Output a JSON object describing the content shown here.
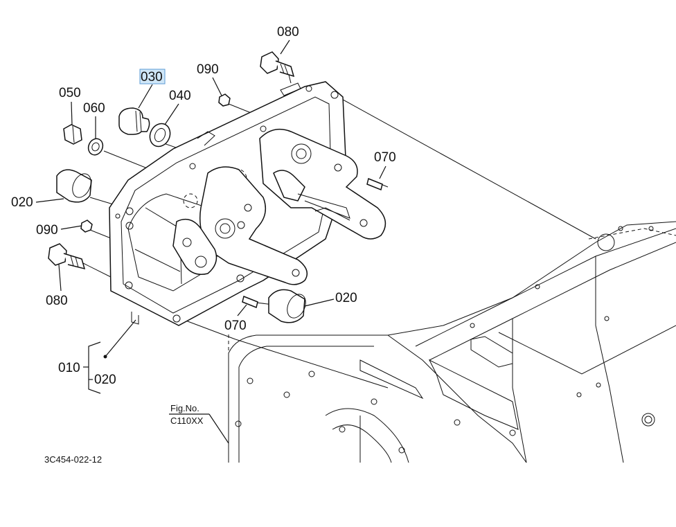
{
  "callouts": {
    "c080_top": "080",
    "c090_top": "090",
    "c030": "030",
    "c040": "040",
    "c050": "050",
    "c060": "060",
    "c070_right": "070",
    "c020_left": "020",
    "c090_left": "090",
    "c080_left": "080",
    "c020_right": "020",
    "c070_bottom": "070",
    "c010": "010",
    "c020_group": "020"
  },
  "fig_ref": {
    "line1": "Fig.No.",
    "line2": "C110XX"
  },
  "diagram_code": "3C454-022-12",
  "colors": {
    "highlight": "#cfe6f7",
    "highlight_border": "#5b9bd5",
    "line": "#111111"
  }
}
